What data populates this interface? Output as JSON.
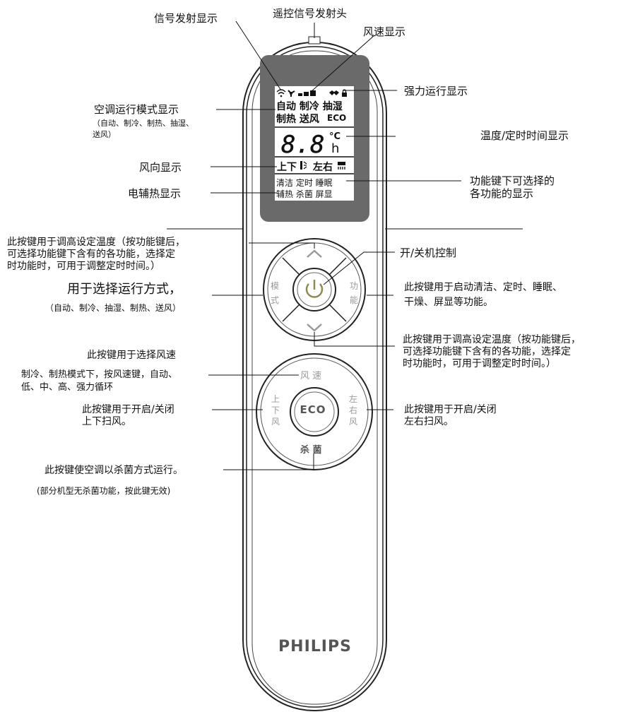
{
  "labels": {
    "signal_display": "信号发射显示",
    "ir_emitter": "遥控信号发射头",
    "fan_speed_display": "风速显示",
    "turbo_display": "强力运行显示",
    "mode_display": "空调运行模式显示",
    "mode_display_sub_1": "（自动、制冷、制热、抽湿、",
    "mode_display_sub_2": "送风）",
    "temp_timer_display": "温度/定时时间显示",
    "swing_display": "风向显示",
    "function_display_1": "功能键下可选择的",
    "function_display_2": "各功能的显示",
    "heater_display": "电辅热显示",
    "up_key_1": "此按键用于调高设定温度（按功能键后，",
    "up_key_2": "可选择功能键下含有的各功能，选择定",
    "up_key_3": "时功能时，可用于调整定时时间。）",
    "power_control": "开/关机控制",
    "mode_key": "用于选择运行方式，",
    "mode_key_sub": "（自动、制冷、抽湿、制热、送风）",
    "function_key_1": "此按键用于启动清洁、定时、睡眠、",
    "function_key_2": "干燥、屏显等功能。",
    "down_key_1": "此按键用于调高设定温度（按功能键后，",
    "down_key_2": "可选择功能键下含有的各功能，选择定",
    "down_key_3": "时功能时，可用于调整定时时间。）",
    "fan_key_1": "此按键用于选择风速",
    "fan_key_2": "制冷、制热模式下，按风速键，自动、",
    "fan_key_3": "低、中、高、强力循环",
    "updown_key_1": "此按键用于开启/关闭",
    "updown_key_2": "上下扫风。",
    "leftright_key_1": "此按键用于开启/关闭",
    "leftright_key_2": "左右扫风。",
    "sterilize_key": "此按键使空调以杀菌方式运行。",
    "sterilize_note": "(部分机型无杀菌功能，按此键无效)"
  },
  "lcd": {
    "row_modes_1": "自动 制冷 抽湿",
    "row_modes_2": "制热 送风",
    "eco": "ECO",
    "temperature": "8.8",
    "celsius": "°C",
    "hours": "h",
    "swing": "上下",
    "swing_lr": "左右",
    "func_row_1": "清洁 定时 睡眠",
    "func_row_2": "辅热 杀菌 屏显"
  },
  "buttons": {
    "mode": [
      "模",
      "式"
    ],
    "function": [
      "功",
      "能"
    ],
    "fan": "风 速",
    "updown": [
      "上",
      "下",
      "风"
    ],
    "leftright": [
      "左",
      "右",
      "风"
    ],
    "eco": "ECO",
    "sterilize": "杀 菌"
  },
  "brand": "PHILIPS",
  "colors": {
    "lcd_background": "#6a6a6a",
    "lcd_screen": "#ffffff",
    "body_outline": "#222222",
    "button_gray": "#9a9a9a"
  }
}
